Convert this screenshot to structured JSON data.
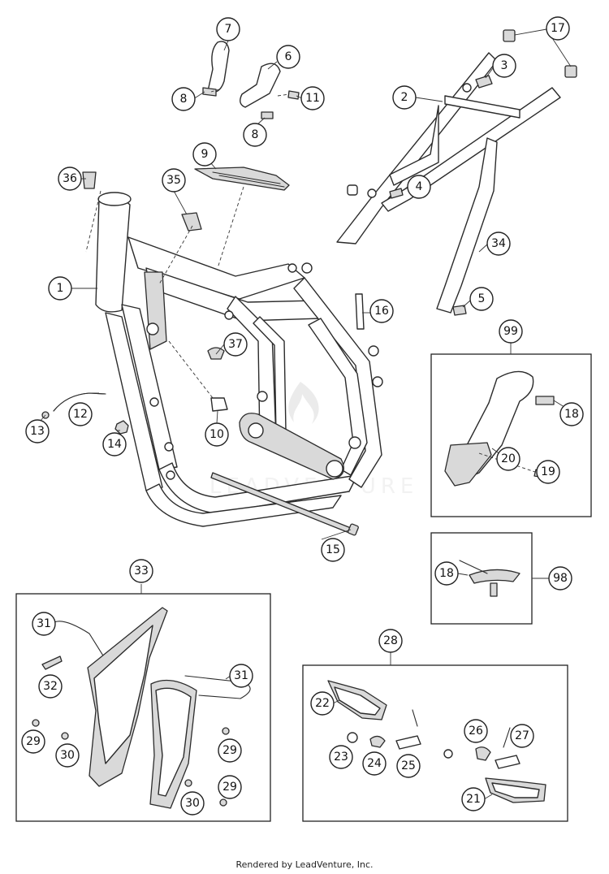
{
  "callouts": [
    {
      "label": "1"
    },
    {
      "label": "2"
    },
    {
      "label": "3"
    },
    {
      "label": "4"
    },
    {
      "label": "5"
    },
    {
      "label": "6"
    },
    {
      "label": "7"
    },
    {
      "label": "8"
    },
    {
      "label": "8"
    },
    {
      "label": "9"
    },
    {
      "label": "10"
    },
    {
      "label": "11"
    },
    {
      "label": "12"
    },
    {
      "label": "13"
    },
    {
      "label": "14"
    },
    {
      "label": "15"
    },
    {
      "label": "16"
    },
    {
      "label": "17"
    },
    {
      "label": "18"
    },
    {
      "label": "18"
    },
    {
      "label": "19"
    },
    {
      "label": "20"
    },
    {
      "label": "21"
    },
    {
      "label": "22"
    },
    {
      "label": "23"
    },
    {
      "label": "24"
    },
    {
      "label": "25"
    },
    {
      "label": "26"
    },
    {
      "label": "27"
    },
    {
      "label": "28"
    },
    {
      "label": "29"
    },
    {
      "label": "29"
    },
    {
      "label": "29"
    },
    {
      "label": "30"
    },
    {
      "label": "30"
    },
    {
      "label": "31"
    },
    {
      "label": "31"
    },
    {
      "label": "32"
    },
    {
      "label": "33"
    },
    {
      "label": "34"
    },
    {
      "label": "35"
    },
    {
      "label": "36"
    },
    {
      "label": "37"
    },
    {
      "label": "98"
    },
    {
      "label": "99"
    }
  ],
  "watermark": {
    "text": "LEADVENTURE"
  },
  "footer": {
    "text": "Rendered by LeadVenture, Inc."
  }
}
